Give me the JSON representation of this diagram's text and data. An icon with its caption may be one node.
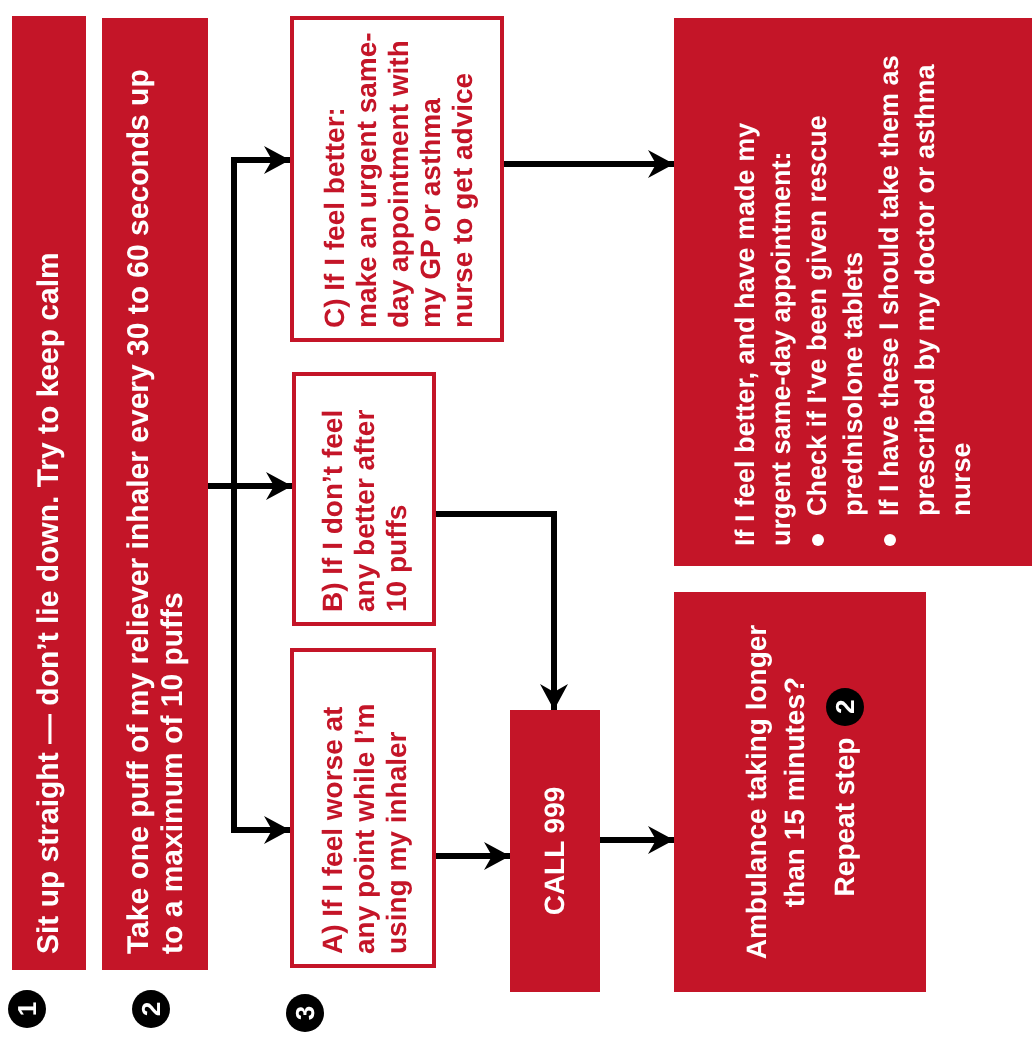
{
  "diagram": {
    "nodes": [
      {
        "text": [
          "1"
        ]
      },
      {
        "text": [
          "Sit up straight — don’t lie down. Try to keep calm"
        ]
      },
      {
        "text": [
          "2"
        ]
      },
      {
        "text": [
          "Take one puff of my reliever inhaler every 30 to 60 seconds up to a maximum of 10 puffs"
        ]
      },
      {
        "text": [
          "3"
        ]
      },
      {
        "text": [
          "A) If I feel worse at any point while I’m using my inhaler"
        ]
      },
      {
        "text": [
          "B) If I don’t feel any better after 10 puffs"
        ]
      },
      {
        "text": [
          "C) If I feel better: make an urgent same-day appointment with my GP or asthma nurse to get advice"
        ]
      },
      {
        "text": [
          "CALL 999"
        ]
      },
      {
        "text": [
          "Ambulance taking longer than 15 minutes?",
          "Repeat step"
        ]
      },
      {
        "text": [
          "2"
        ],
        "in": 9
      },
      {
        "text": [
          "If I feel better, and have made my urgent same-day appointment:",
          "Check if I’ve been given rescue prednisolone tablets",
          "If I have these I should take them as prescribed by my doctor or asthma nurse"
        ]
      }
    ],
    "edges": [
      {
        "from": 3,
        "to": 5,
        "arrow": "to"
      },
      {
        "from": 3,
        "to": 6,
        "arrow": "to"
      },
      {
        "from": 3,
        "to": 7,
        "arrow": "to"
      },
      {
        "from": 5,
        "to": 8,
        "arrow": "to"
      },
      {
        "from": 6,
        "to": 8,
        "arrow": "to"
      },
      {
        "from": 7,
        "to": 11,
        "arrow": "to"
      },
      {
        "from": 8,
        "to": 9,
        "arrow": "to"
      }
    ]
  }
}
